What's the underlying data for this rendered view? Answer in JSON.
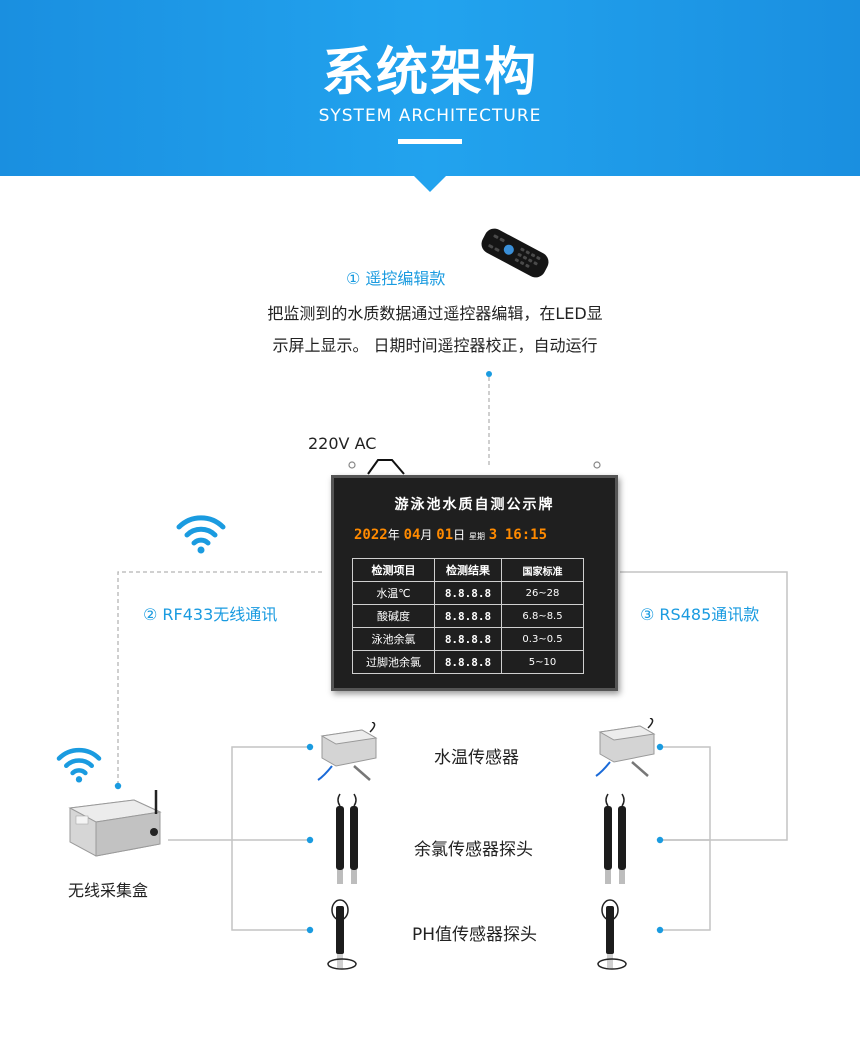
{
  "header": {
    "title": "系统架构",
    "subtitle": "SYSTEM ARCHITECTURE"
  },
  "remote": {
    "label": "① 遥控编辑款",
    "desc_line1": "把监测到的水质数据通过遥控器编辑，在LED显",
    "desc_line2": "示屏上显示。 日期时间遥控器校正，自动运行"
  },
  "power_label": "220V AC",
  "rf_label": "② RF433无线通讯",
  "rs_label": "③ RS485通讯款",
  "board": {
    "title": "游泳池水质自测公示牌",
    "year": "2022",
    "year_unit": "年",
    "month": "04",
    "month_unit": "月",
    "day": "01",
    "day_unit": "日",
    "week_label": "星期",
    "week_value": "3",
    "time": "16:15",
    "headers": [
      "检测项目",
      "检测结果",
      "国家标准"
    ],
    "rows": [
      {
        "item": "水温℃",
        "result": "8.8.8.8",
        "standard": "26~28"
      },
      {
        "item": "酸碱度",
        "result": "8.8.8.8",
        "standard": "6.8~8.5"
      },
      {
        "item": "泳池余氯",
        "result": "8.8.8.8",
        "standard": "0.3~0.5"
      },
      {
        "item": "过脚池余氯",
        "result": "8.8.8.8",
        "standard": "5~10"
      }
    ]
  },
  "sensors": {
    "temp": "水温传感器",
    "chlorine": "余氯传感器探头",
    "ph": "PH值传感器探头"
  },
  "collector_label": "无线采集盒",
  "colors": {
    "header_blue": "#1a9be0",
    "accent_blue": "#1a9be0",
    "led_orange": "#ff8a00",
    "line_gray": "#b5b5b5"
  },
  "icons": [
    "wifi-icon",
    "remote-control-icon",
    "collector-box-icon",
    "temp-sensor-icon",
    "chlorine-probe-icon",
    "ph-probe-icon"
  ]
}
